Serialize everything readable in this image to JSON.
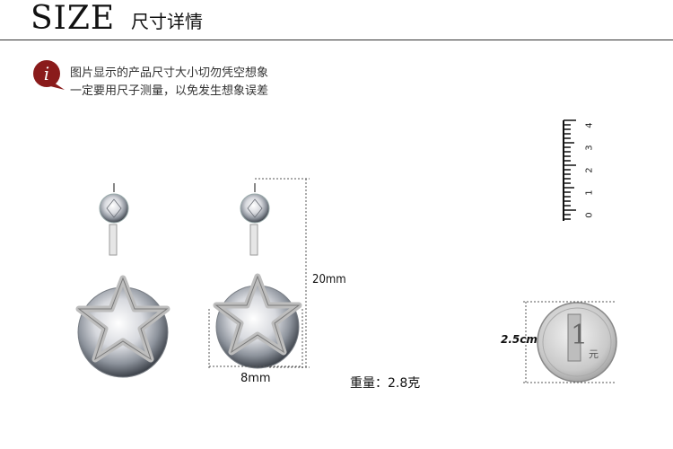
{
  "header": {
    "title_big": "SIZE",
    "title_small": "尺寸详情"
  },
  "note": {
    "line1": "图片显示的产品尺寸大小切勿凭空想象",
    "line2": "一定要用尺子测量，以免发生想象误差"
  },
  "dimensions": {
    "height": "20mm",
    "width": "8mm",
    "weight": "重量：2.8克"
  },
  "coin": {
    "size": "2.5cm",
    "value_char": "1",
    "unit_char": "元"
  },
  "ruler": {
    "numbers": [
      "0",
      "1",
      "2",
      "3",
      "4"
    ]
  },
  "colors": {
    "note_icon": "#8a1b1b",
    "dimension_line": "#555555"
  }
}
